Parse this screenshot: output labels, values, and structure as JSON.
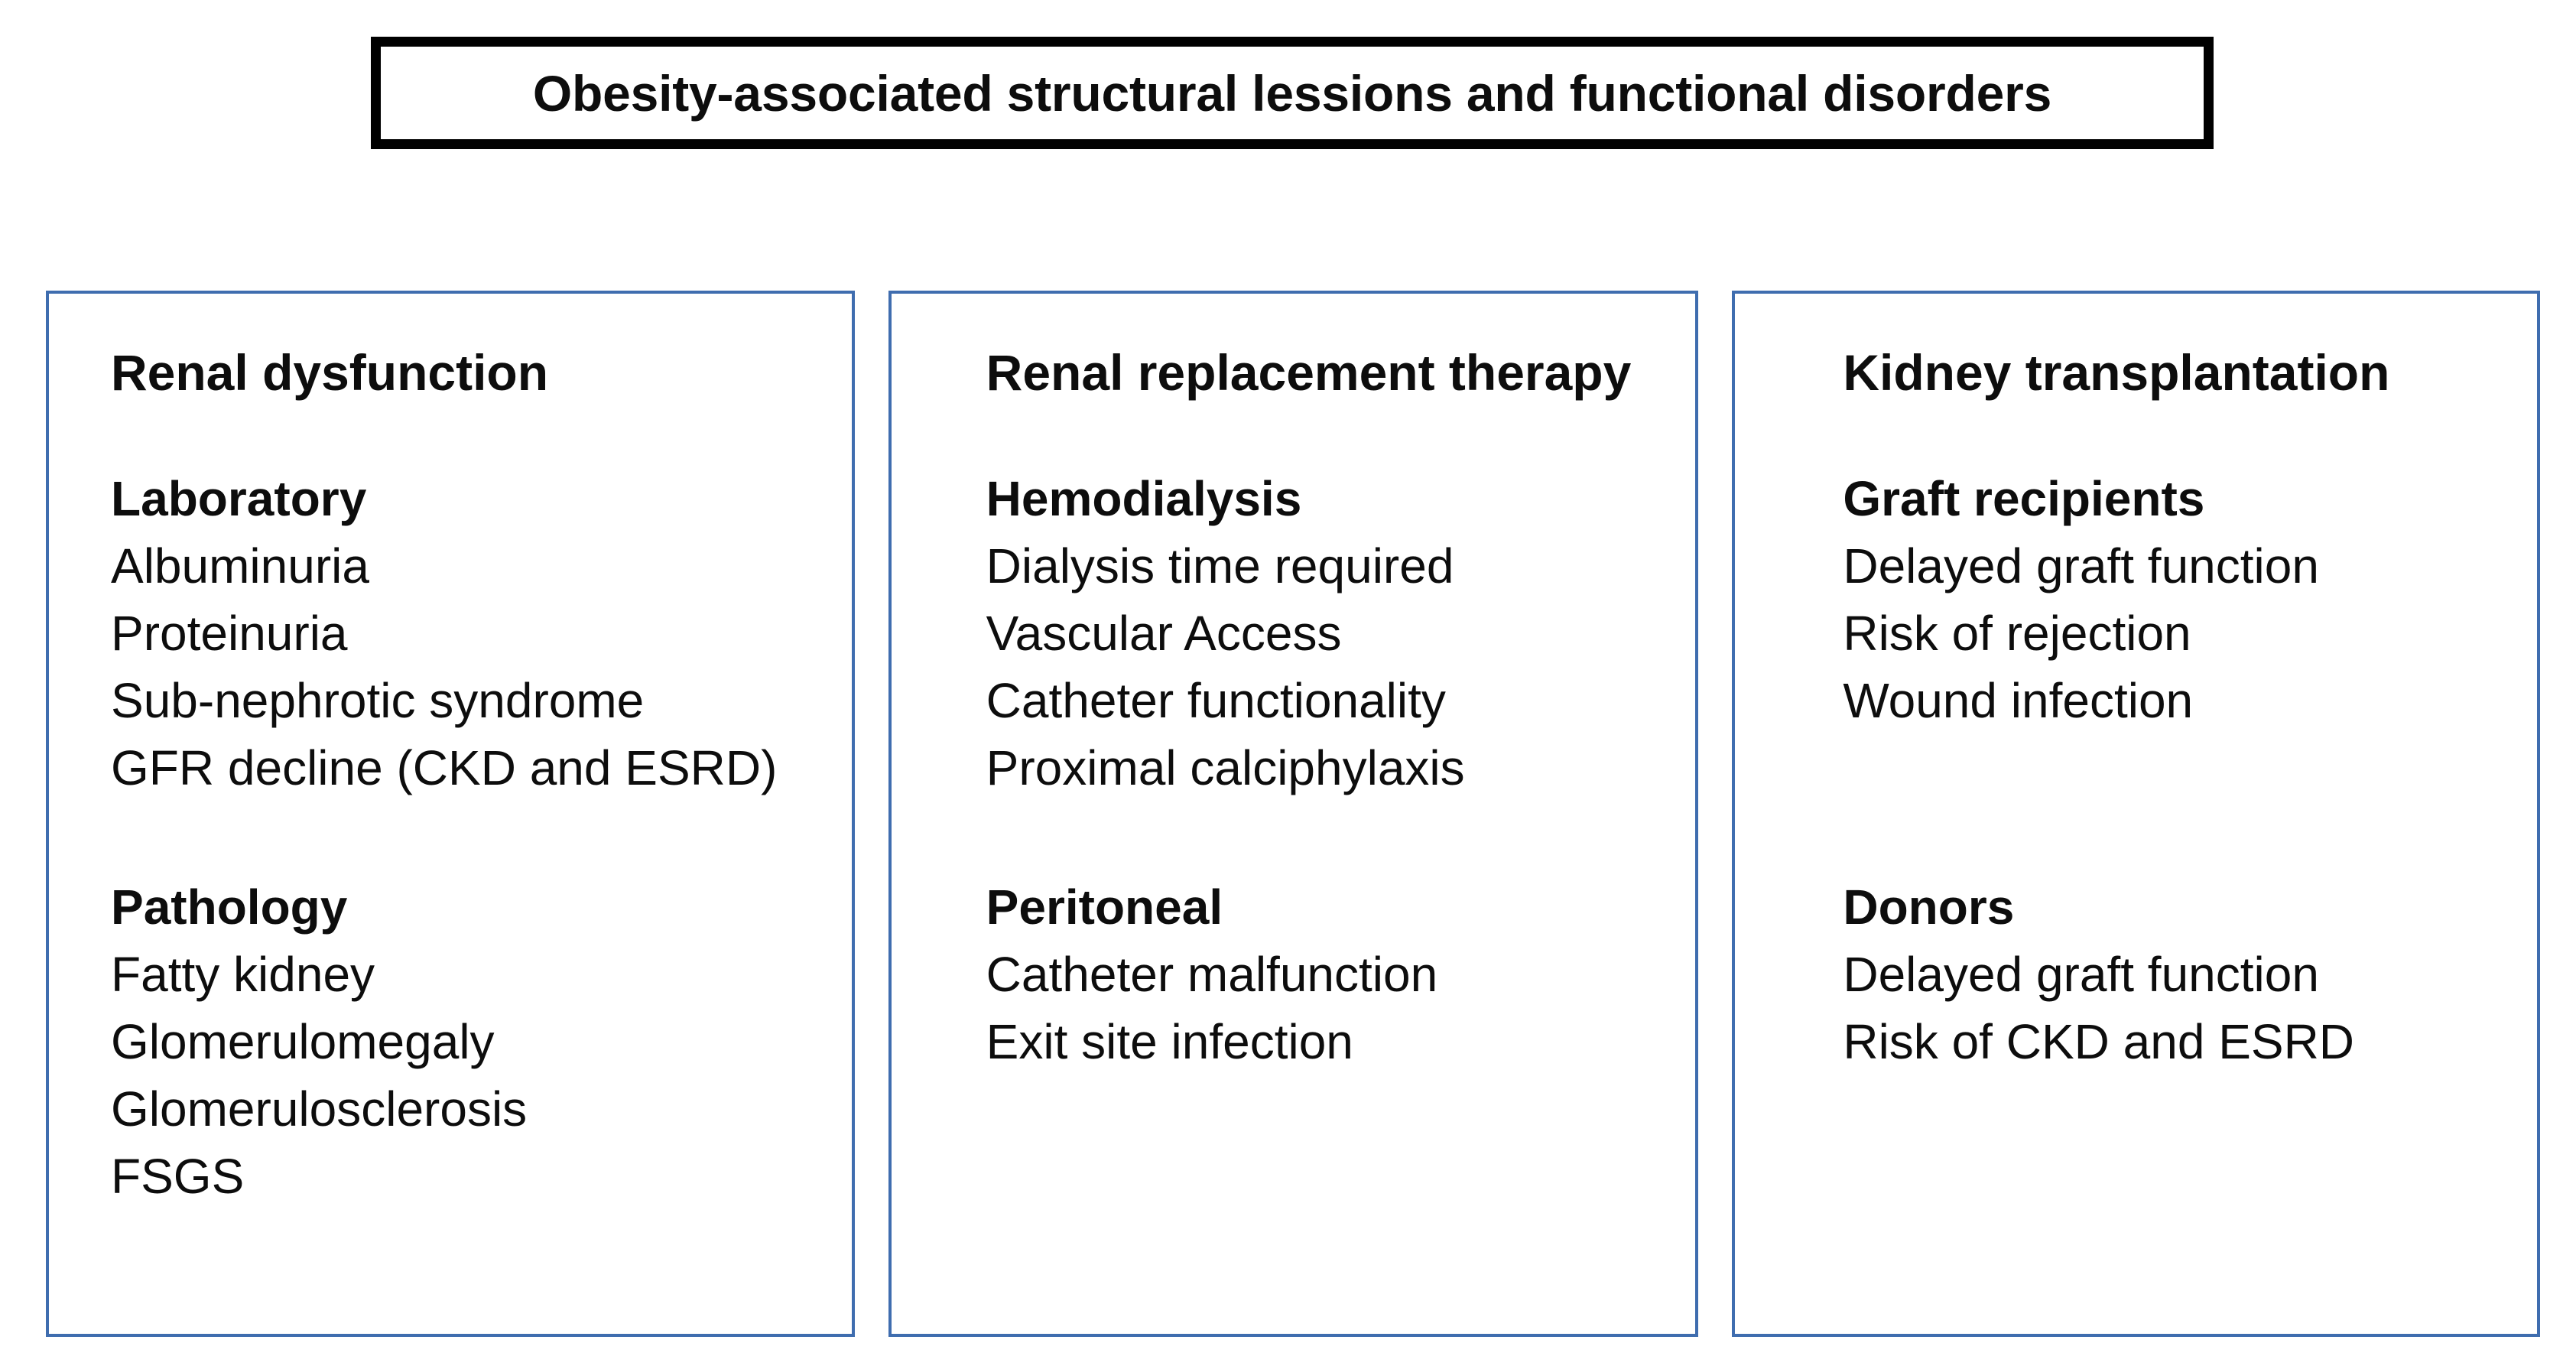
{
  "title": {
    "text": "Obesity-associated structural lessions and functional disorders"
  },
  "colors": {
    "panel_border": "#3f6daf",
    "title_border": "#000000",
    "text": "#0d0d0d",
    "background": "#ffffff"
  },
  "panels": [
    {
      "heading": "Renal dysfunction",
      "sections": [
        {
          "heading": "Laboratory",
          "items": [
            "Albuminuria",
            "Proteinuria",
            "Sub-nephrotic syndrome",
            "GFR decline (CKD and ESRD)"
          ]
        },
        {
          "heading": "Pathology",
          "items": [
            "Fatty kidney",
            "Glomerulomegaly",
            "Glomerulosclerosis",
            "FSGS"
          ]
        }
      ]
    },
    {
      "heading": "Renal replacement therapy",
      "sections": [
        {
          "heading": "Hemodialysis",
          "items": [
            "Dialysis time required",
            "Vascular Access",
            "Catheter functionality",
            "Proximal calciphylaxis"
          ]
        },
        {
          "heading": "Peritoneal",
          "items": [
            "Catheter malfunction",
            "Exit site infection"
          ]
        }
      ]
    },
    {
      "heading": "Kidney transplantation",
      "sections": [
        {
          "heading": "Graft recipients",
          "items": [
            "Delayed graft function",
            "Risk of rejection",
            "Wound infection"
          ]
        },
        {
          "heading": "Donors",
          "items": [
            "Delayed graft function",
            "Risk of CKD and ESRD"
          ]
        }
      ]
    }
  ]
}
